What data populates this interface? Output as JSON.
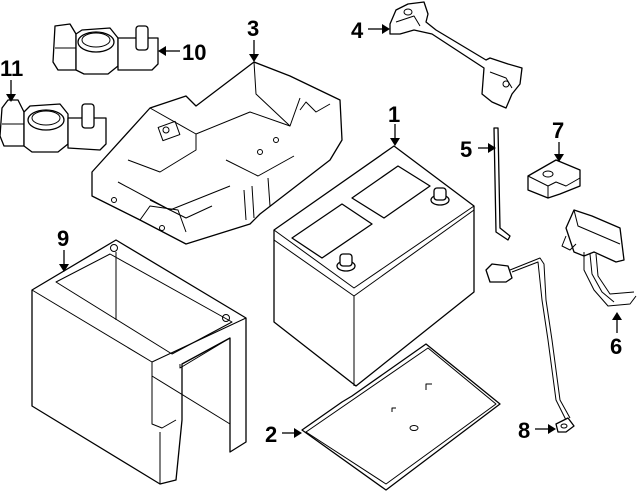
{
  "diagram": {
    "type": "exploded parts diagram",
    "subject": "battery assembly",
    "colors": {
      "line": "#000000",
      "background": "#ffffff"
    },
    "callouts": [
      {
        "number": "1",
        "part": "battery"
      },
      {
        "number": "2",
        "part": "battery tray pad"
      },
      {
        "number": "3",
        "part": "battery tray"
      },
      {
        "number": "4",
        "part": "hold-down bracket"
      },
      {
        "number": "5",
        "part": "hold-down rod"
      },
      {
        "number": "6",
        "part": "cable / connector"
      },
      {
        "number": "7",
        "part": "terminal cover"
      },
      {
        "number": "8",
        "part": "sensor cable"
      },
      {
        "number": "9",
        "part": "battery insulator cover"
      },
      {
        "number": "10",
        "part": "positive terminal clamp"
      },
      {
        "number": "11",
        "part": "negative terminal clamp"
      }
    ]
  }
}
